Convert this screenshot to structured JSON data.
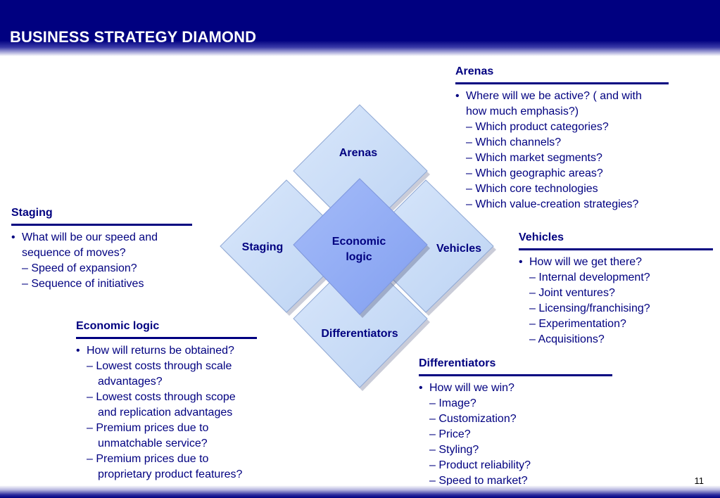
{
  "title": "BUSINESS STRATEGY DIAMOND",
  "page_number": "11",
  "colors": {
    "navy": "#000080",
    "diamond_light": "#c9dcf7",
    "diamond_center": "#93aef7"
  },
  "diagram": {
    "top": "Arenas",
    "left": "Staging",
    "right": "Vehicles",
    "bottom": "Differentiators",
    "center_line1": "Economic",
    "center_line2": "logic"
  },
  "arenas": {
    "heading": "Arenas",
    "bullet_line1": "Where will we be active? ( and with",
    "bullet_line2": "how much emphasis?)",
    "items": [
      "– Which product categories?",
      "– Which channels?",
      "– Which market segments?",
      "– Which geographic areas?",
      "– Which core technologies",
      "– Which value-creation strategies?"
    ]
  },
  "staging": {
    "heading": "Staging",
    "bullet_line1": "What will be our speed and",
    "bullet_line2": "sequence of moves?",
    "items": [
      "– Speed of expansion?",
      "– Sequence of initiatives"
    ]
  },
  "vehicles": {
    "heading": "Vehicles",
    "bullet": "How will we get there?",
    "items": [
      "– Internal development?",
      "– Joint ventures?",
      "– Licensing/franchising?",
      "– Experimentation?",
      "– Acquisitions?"
    ]
  },
  "economic_logic": {
    "heading": "Economic logic",
    "bullet": "How will returns be obtained?",
    "items": [
      {
        "line1": "– Lowest costs through scale",
        "line2": "advantages?"
      },
      {
        "line1": "– Lowest costs through scope",
        "line2": "and replication advantages"
      },
      {
        "line1": "– Premium prices due to",
        "line2": "unmatchable service?"
      },
      {
        "line1": "– Premium prices due to",
        "line2": "proprietary product features?"
      }
    ]
  },
  "differentiators": {
    "heading": "Differentiators",
    "bullet": "How will we win?",
    "items": [
      "– Image?",
      "– Customization?",
      "– Price?",
      "– Styling?",
      "– Product reliability?",
      "– Speed to market?"
    ]
  }
}
